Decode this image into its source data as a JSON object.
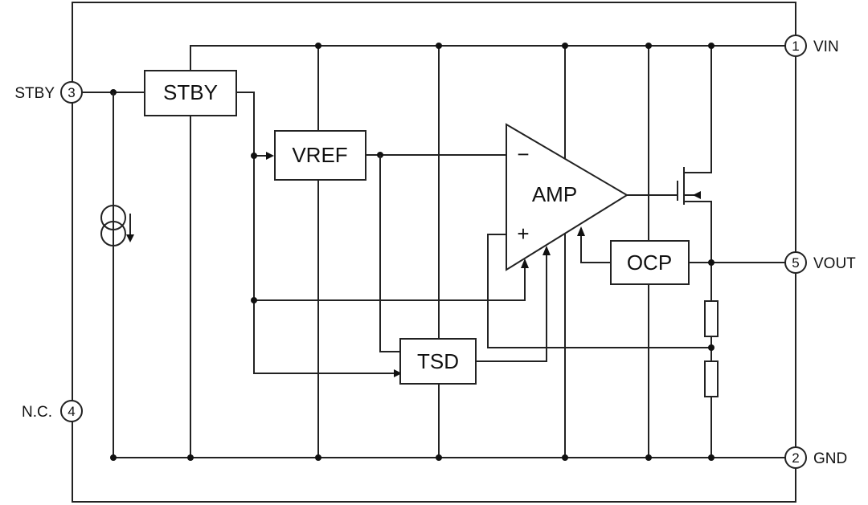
{
  "blocks": {
    "stby": "STBY",
    "vref": "VREF",
    "amp": "AMP",
    "ocp": "OCP",
    "tsd": "TSD"
  },
  "amp_inputs": {
    "minus": "−",
    "plus": "+"
  },
  "pins": [
    {
      "number": "1",
      "name": "VIN"
    },
    {
      "number": "2",
      "name": "GND"
    },
    {
      "number": "3",
      "name": "STBY"
    },
    {
      "number": "4",
      "name": "N.C."
    },
    {
      "number": "5",
      "name": "VOUT"
    }
  ],
  "colors": {
    "line": "#222222",
    "background": "#ffffff"
  }
}
